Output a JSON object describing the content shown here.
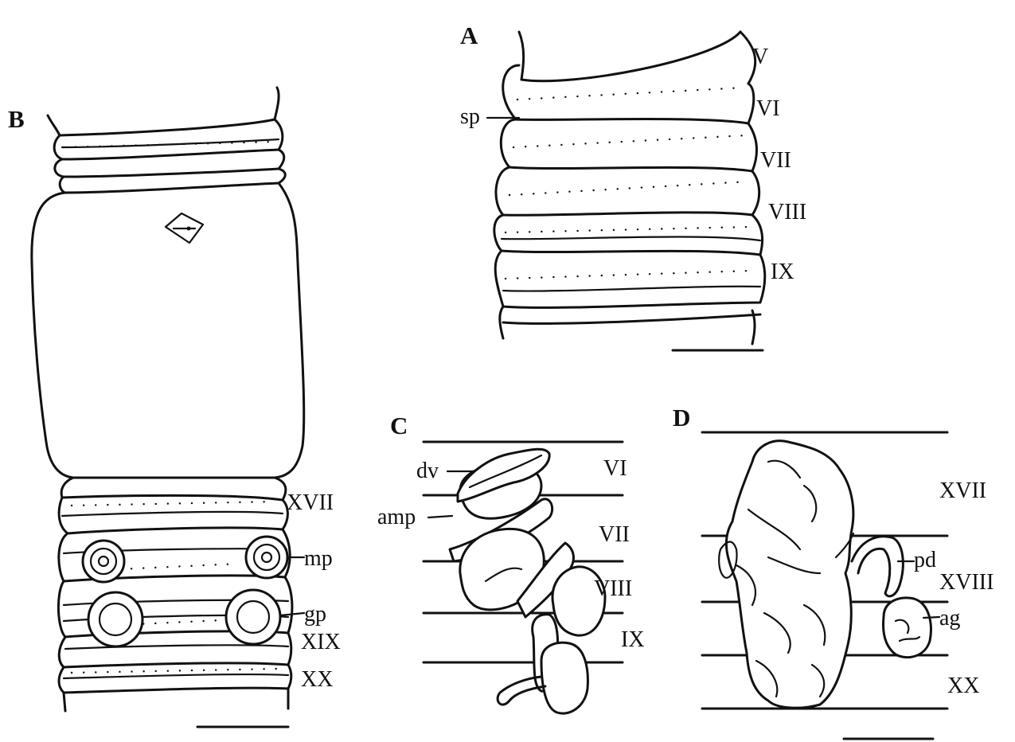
{
  "panels": {
    "A": {
      "letter": "A",
      "segments": [
        "V",
        "VI",
        "VII",
        "VIII",
        "IX"
      ],
      "labels": {
        "sp": "sp"
      }
    },
    "B": {
      "letter": "B",
      "segments": [
        "XVII",
        "XIX",
        "XX"
      ],
      "labels": {
        "mp": "mp",
        "gp": "gp"
      }
    },
    "C": {
      "letter": "C",
      "segments": [
        "VI",
        "VII",
        "VIII",
        "IX"
      ],
      "labels": {
        "dv": "dv",
        "amp": "amp"
      }
    },
    "D": {
      "letter": "D",
      "segments": [
        "XVII",
        "XVIII",
        "XX"
      ],
      "labels": {
        "pd": "pd",
        "ag": "ag"
      }
    }
  }
}
